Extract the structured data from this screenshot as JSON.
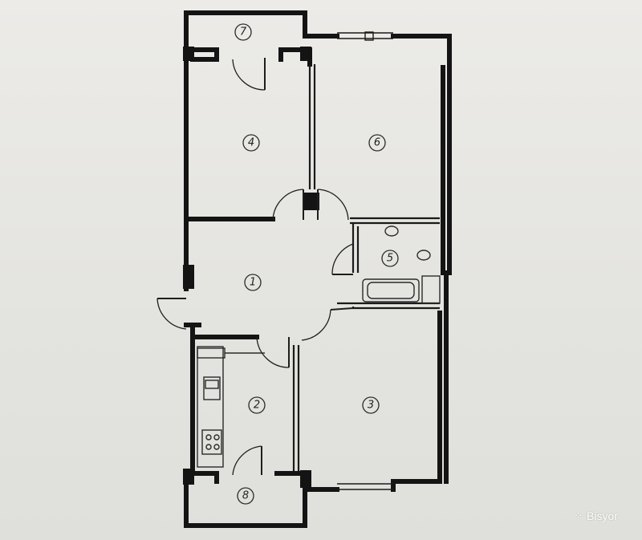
{
  "plan": {
    "rooms": [
      {
        "id": "room-1",
        "label": "1"
      },
      {
        "id": "room-2",
        "label": "2"
      },
      {
        "id": "room-3",
        "label": "3"
      },
      {
        "id": "room-4",
        "label": "4"
      },
      {
        "id": "room-5",
        "label": "5"
      },
      {
        "id": "room-6",
        "label": "6"
      },
      {
        "id": "room-7",
        "label": "7"
      },
      {
        "id": "room-8",
        "label": "8"
      }
    ]
  },
  "watermark": {
    "text": "Bisyor",
    "icon": "bisyor-logo-icon"
  },
  "colors": {
    "paper": "#e6e6e3",
    "ink": "#141414"
  }
}
